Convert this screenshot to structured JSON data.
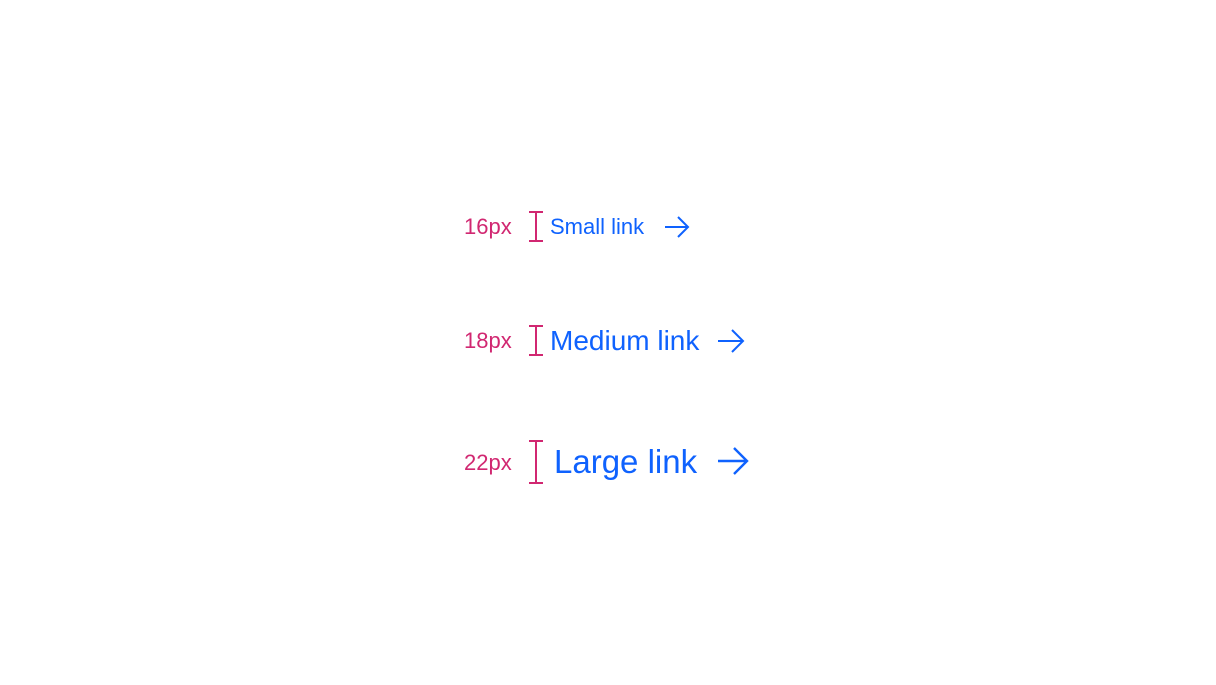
{
  "colors": {
    "annotation": "#d12771",
    "link": "#0f62fe",
    "background": "#ffffff"
  },
  "links": [
    {
      "size_label": "16px",
      "text": "Small link",
      "icon": "arrow-right-icon"
    },
    {
      "size_label": "18px",
      "text": "Medium link",
      "icon": "arrow-right-icon"
    },
    {
      "size_label": "22px",
      "text": "Large link",
      "icon": "arrow-right-icon"
    }
  ]
}
